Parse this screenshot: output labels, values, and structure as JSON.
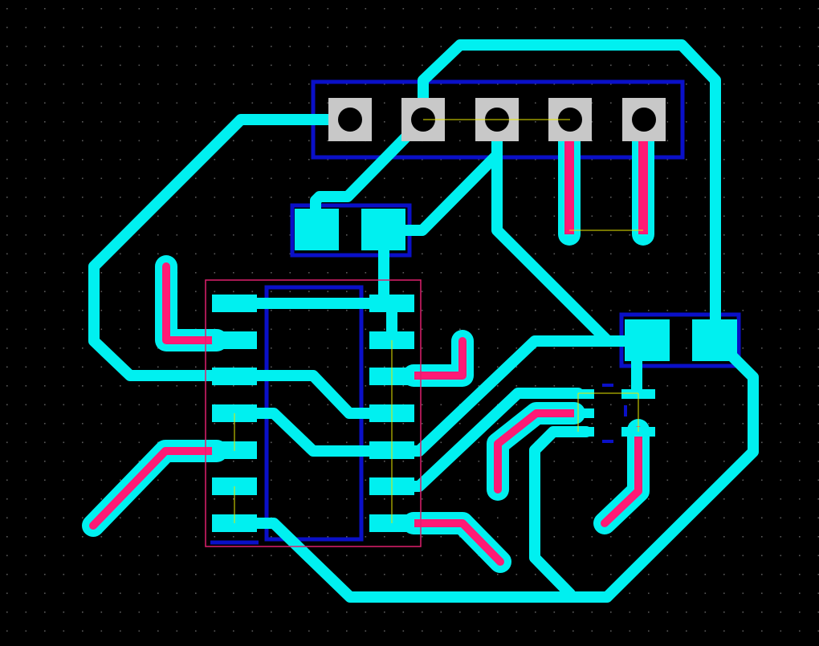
{
  "view": {
    "title": "",
    "background_color": "#000000",
    "grid_visible": true,
    "grid_dot_color": "#5a5a5a"
  },
  "colors": {
    "top_copper": "#00f0f0",
    "bottom_copper": "#ff1a75",
    "through_hole_pad": "#c8c8c8",
    "drill_hole": "#000000",
    "silkscreen_outline": "#0a10c8",
    "component_frame": "#e0206e",
    "ratsnest_line": "#e8e800"
  },
  "components": [
    {
      "name": "pin-header-5",
      "kind": "through-hole header",
      "pins": 5
    },
    {
      "name": "smd-pad-pair-upper",
      "kind": "two-pad SMD footprint",
      "pins": 2
    },
    {
      "name": "smd-pad-pair-right",
      "kind": "two-pad SMD footprint",
      "pins": 2
    },
    {
      "name": "ic-14-pin",
      "kind": "SOIC-14 footprint",
      "pins": 14
    },
    {
      "name": "sot-small",
      "kind": "small SMD transistor footprint",
      "pins": 5
    }
  ]
}
